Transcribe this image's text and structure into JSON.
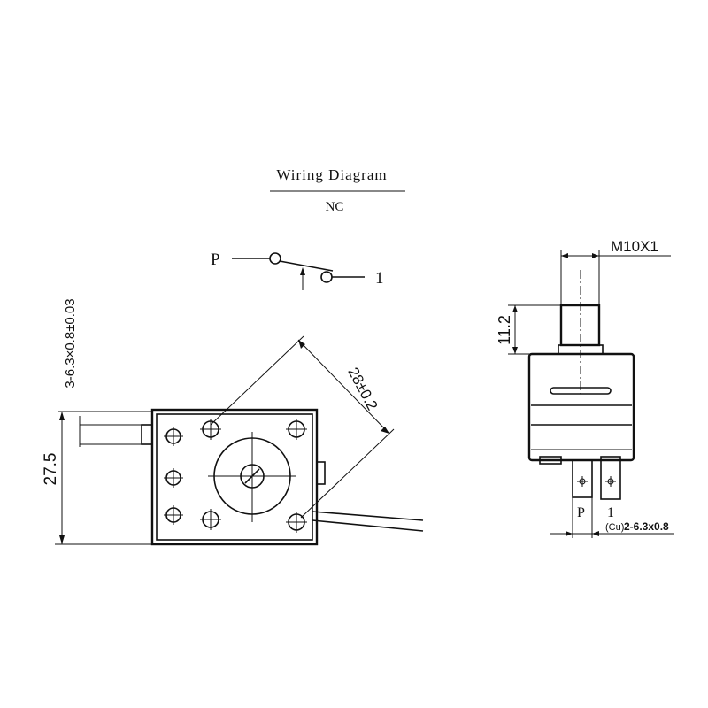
{
  "wiring": {
    "title": "Wiring Diagram",
    "type": "NC",
    "terminal_p": "P",
    "terminal_1": "1"
  },
  "front_view": {
    "terminal_spec": "3-6.3×0.8±0.03",
    "height": "27.5",
    "diagonal": "28±0.2"
  },
  "side_view": {
    "thread": "M10X1",
    "shaft_height": "11.2",
    "terminal_p": "P",
    "terminal_1": "1",
    "terminal_material": "(Cu)",
    "terminal_spec": "2-6.3x0.8"
  }
}
